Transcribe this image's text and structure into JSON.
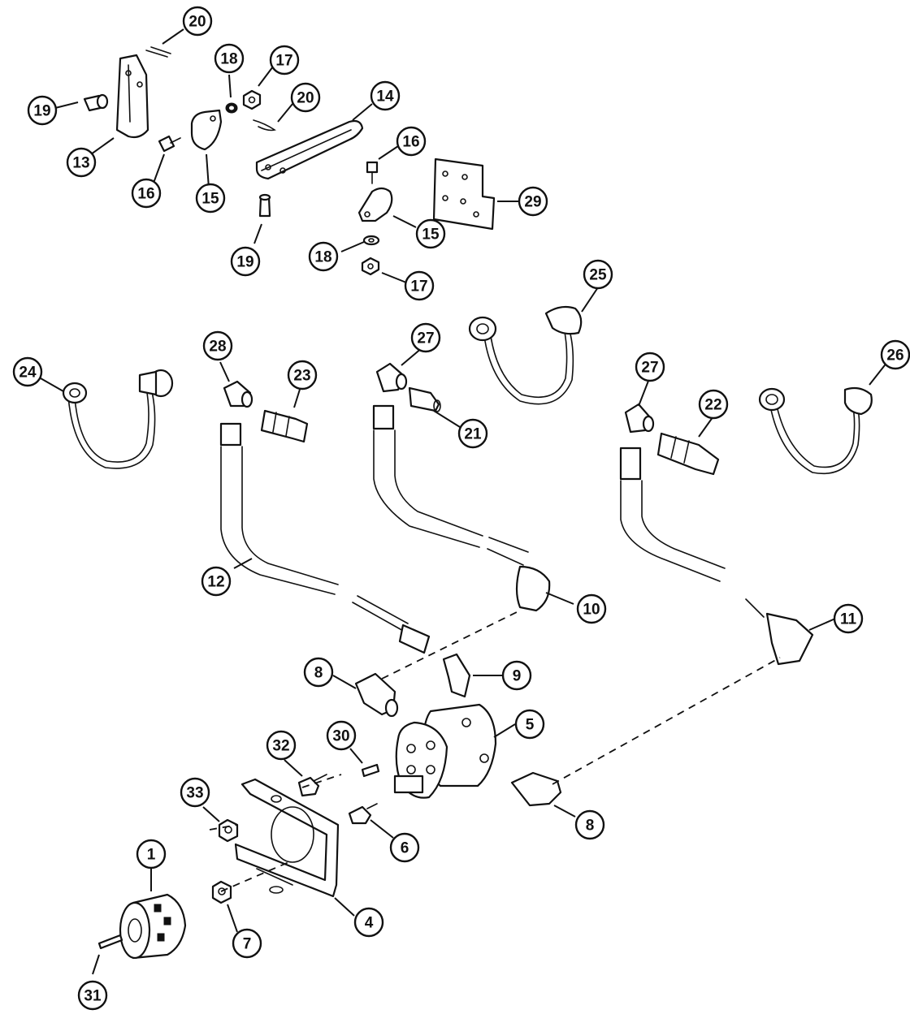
{
  "figure": {
    "callouts": [
      {
        "id": "c1",
        "label": "1"
      },
      {
        "id": "c4",
        "label": "4"
      },
      {
        "id": "c5",
        "label": "5"
      },
      {
        "id": "c6",
        "label": "6"
      },
      {
        "id": "c7",
        "label": "7"
      },
      {
        "id": "c8a",
        "label": "8"
      },
      {
        "id": "c8b",
        "label": "8"
      },
      {
        "id": "c9",
        "label": "9"
      },
      {
        "id": "c10",
        "label": "10"
      },
      {
        "id": "c11",
        "label": "11"
      },
      {
        "id": "c12",
        "label": "12"
      },
      {
        "id": "c13",
        "label": "13"
      },
      {
        "id": "c14",
        "label": "14"
      },
      {
        "id": "c15a",
        "label": "15"
      },
      {
        "id": "c15b",
        "label": "15"
      },
      {
        "id": "c16a",
        "label": "16"
      },
      {
        "id": "c16b",
        "label": "16"
      },
      {
        "id": "c17a",
        "label": "17"
      },
      {
        "id": "c17b",
        "label": "17"
      },
      {
        "id": "c18a",
        "label": "18"
      },
      {
        "id": "c18b",
        "label": "18"
      },
      {
        "id": "c19a",
        "label": "19"
      },
      {
        "id": "c19b",
        "label": "19"
      },
      {
        "id": "c20a",
        "label": "20"
      },
      {
        "id": "c20b",
        "label": "20"
      },
      {
        "id": "c21",
        "label": "21"
      },
      {
        "id": "c22",
        "label": "22"
      },
      {
        "id": "c23",
        "label": "23"
      },
      {
        "id": "c24",
        "label": "24"
      },
      {
        "id": "c25",
        "label": "25"
      },
      {
        "id": "c26",
        "label": "26"
      },
      {
        "id": "c27a",
        "label": "27"
      },
      {
        "id": "c27b",
        "label": "27"
      },
      {
        "id": "c28",
        "label": "28"
      },
      {
        "id": "c29",
        "label": "29"
      },
      {
        "id": "c30",
        "label": "30"
      },
      {
        "id": "c31",
        "label": "31"
      },
      {
        "id": "c32",
        "label": "32"
      },
      {
        "id": "c33",
        "label": "33"
      }
    ]
  }
}
